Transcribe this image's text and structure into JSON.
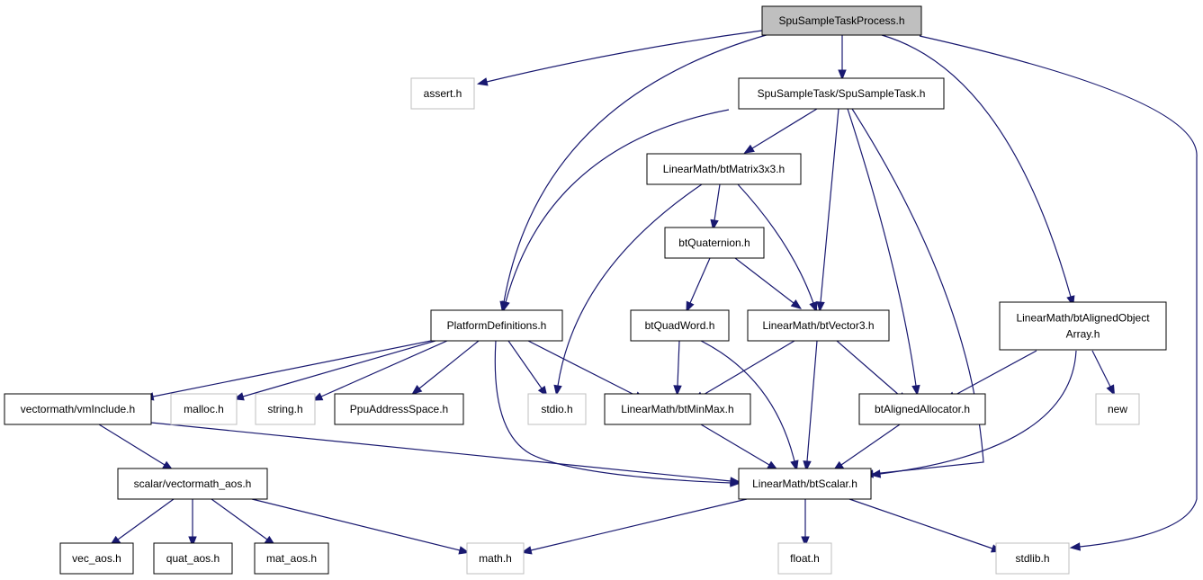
{
  "graph": {
    "nodes": [
      {
        "id": "root",
        "label": "SpuSampleTaskProcess.h",
        "kind": "root"
      },
      {
        "id": "assert",
        "label": "assert.h",
        "kind": "system"
      },
      {
        "id": "spusample",
        "label": "SpuSampleTask/SpuSampleTask.h",
        "kind": "header"
      },
      {
        "id": "matrix",
        "label": "LinearMath/btMatrix3x3.h",
        "kind": "header"
      },
      {
        "id": "quat",
        "label": "btQuaternion.h",
        "kind": "header"
      },
      {
        "id": "platform",
        "label": "PlatformDefinitions.h",
        "kind": "header"
      },
      {
        "id": "quadword",
        "label": "btQuadWord.h",
        "kind": "header"
      },
      {
        "id": "vector3",
        "label": "LinearMath/btVector3.h",
        "kind": "header"
      },
      {
        "id": "aligned",
        "label": [
          "LinearMath/btAlignedObject",
          "Array.h"
        ],
        "kind": "header"
      },
      {
        "id": "vminclude",
        "label": "vectormath/vmInclude.h",
        "kind": "header"
      },
      {
        "id": "malloc",
        "label": "malloc.h",
        "kind": "system"
      },
      {
        "id": "string",
        "label": "string.h",
        "kind": "system"
      },
      {
        "id": "ppu",
        "label": "PpuAddressSpace.h",
        "kind": "header"
      },
      {
        "id": "stdio",
        "label": "stdio.h",
        "kind": "system"
      },
      {
        "id": "minmax",
        "label": "LinearMath/btMinMax.h",
        "kind": "header"
      },
      {
        "id": "allocator",
        "label": "btAlignedAllocator.h",
        "kind": "header"
      },
      {
        "id": "new",
        "label": "new",
        "kind": "system"
      },
      {
        "id": "vecaos_main",
        "label": "scalar/vectormath_aos.h",
        "kind": "header"
      },
      {
        "id": "scalar",
        "label": "LinearMath/btScalar.h",
        "kind": "header"
      },
      {
        "id": "vec",
        "label": "vec_aos.h",
        "kind": "header"
      },
      {
        "id": "quataos",
        "label": "quat_aos.h",
        "kind": "header"
      },
      {
        "id": "mat",
        "label": "mat_aos.h",
        "kind": "header"
      },
      {
        "id": "math",
        "label": "math.h",
        "kind": "system"
      },
      {
        "id": "float",
        "label": "float.h",
        "kind": "system"
      },
      {
        "id": "stdlib",
        "label": "stdlib.h",
        "kind": "system"
      }
    ],
    "edges": [
      [
        "root",
        "assert"
      ],
      [
        "root",
        "spusample"
      ],
      [
        "root",
        "platform"
      ],
      [
        "root",
        "aligned"
      ],
      [
        "root",
        "stdlib"
      ],
      [
        "spusample",
        "platform"
      ],
      [
        "spusample",
        "matrix"
      ],
      [
        "spusample",
        "vector3"
      ],
      [
        "spusample",
        "allocator"
      ],
      [
        "spusample",
        "scalar"
      ],
      [
        "matrix",
        "quat"
      ],
      [
        "matrix",
        "vector3"
      ],
      [
        "matrix",
        "stdio"
      ],
      [
        "quat",
        "quadword"
      ],
      [
        "quat",
        "vector3"
      ],
      [
        "quadword",
        "minmax"
      ],
      [
        "quadword",
        "scalar"
      ],
      [
        "vector3",
        "minmax"
      ],
      [
        "vector3",
        "scalar"
      ],
      [
        "vector3",
        "allocator"
      ],
      [
        "aligned",
        "allocator"
      ],
      [
        "aligned",
        "scalar"
      ],
      [
        "aligned",
        "new"
      ],
      [
        "platform",
        "vminclude"
      ],
      [
        "platform",
        "malloc"
      ],
      [
        "platform",
        "string"
      ],
      [
        "platform",
        "ppu"
      ],
      [
        "platform",
        "stdio"
      ],
      [
        "platform",
        "minmax"
      ],
      [
        "platform",
        "scalar"
      ],
      [
        "vminclude",
        "vecaos_main"
      ],
      [
        "vminclude",
        "scalar"
      ],
      [
        "minmax",
        "scalar"
      ],
      [
        "allocator",
        "scalar"
      ],
      [
        "vecaos_main",
        "vec"
      ],
      [
        "vecaos_main",
        "quataos"
      ],
      [
        "vecaos_main",
        "mat"
      ],
      [
        "vecaos_main",
        "math"
      ],
      [
        "scalar",
        "math"
      ],
      [
        "scalar",
        "float"
      ],
      [
        "scalar",
        "stdlib"
      ]
    ]
  }
}
